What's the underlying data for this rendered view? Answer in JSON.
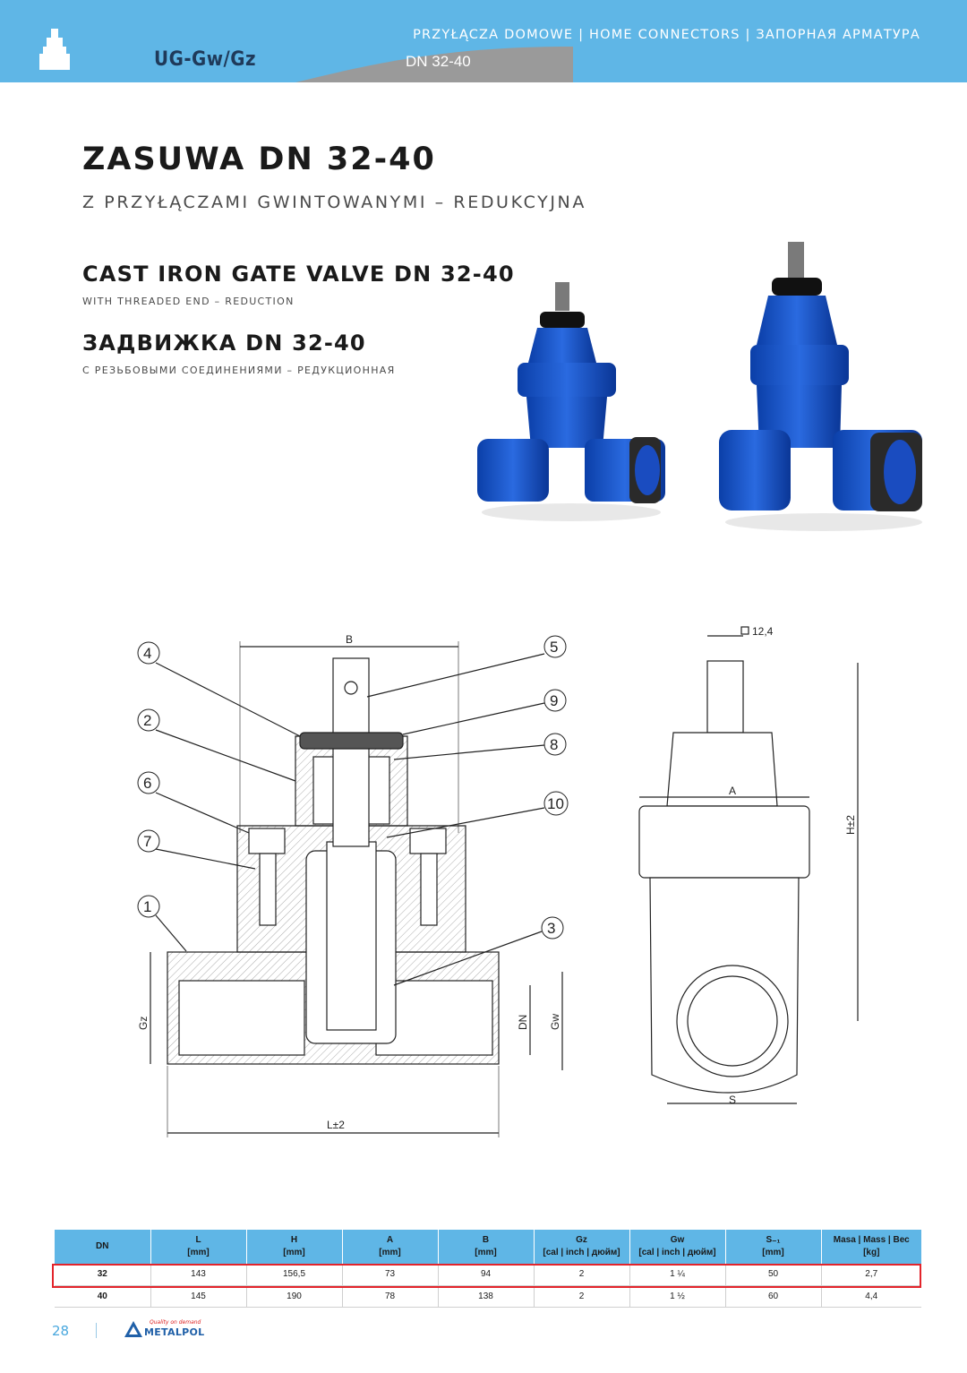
{
  "header": {
    "category": "PRZYŁĄCZA DOMOWE | HOME CONNECTORS | ЗАПОРНАЯ АРМАТУРА",
    "product_code": "UG-Gw/Gz",
    "dn_range": "DN 32-40",
    "colors": {
      "band": "#5fb6e6",
      "accent_gray": "#9a9a9a"
    }
  },
  "titles": {
    "pl": "ZASUWA DN 32-40",
    "pl_sub": "Z PRZYŁĄCZAMI GWINTOWANYMI – REDUKCYJNA",
    "en": "CAST IRON GATE VALVE DN 32-40",
    "en_sub": "WITH THREADED END – REDUCTION",
    "ru": "ЗАДВИЖКА DN 32-40",
    "ru_sub": "С РЕЗЬБОВЫМИ СОЕДИНЕНИЯМИ – РЕДУКЦИОННАЯ"
  },
  "drawing": {
    "callouts": [
      "1",
      "2",
      "3",
      "4",
      "5",
      "6",
      "7",
      "8",
      "9",
      "10"
    ],
    "dim_B": "B",
    "dim_L": "L±2",
    "dim_Gz": "Gz",
    "dim_DN": "DN",
    "dim_Gw": "Gw",
    "dim_A": "A",
    "dim_H": "H±2",
    "dim_S": "S",
    "dim_square": "12,4"
  },
  "table": {
    "headers": [
      {
        "line1": "DN",
        "line2": ""
      },
      {
        "line1": "L",
        "line2": "[mm]"
      },
      {
        "line1": "H",
        "line2": "[mm]"
      },
      {
        "line1": "A",
        "line2": "[mm]"
      },
      {
        "line1": "B",
        "line2": "[mm]"
      },
      {
        "line1": "Gz",
        "line2": "[cal | inch | дюйм]"
      },
      {
        "line1": "Gw",
        "line2": "[cal | inch | дюйм]"
      },
      {
        "line1": "S₋₁",
        "line2": "[mm]"
      },
      {
        "line1": "Masa | Mass | Вес",
        "line2": "[kg]"
      }
    ],
    "rows": [
      [
        "32",
        "143",
        "156,5",
        "73",
        "94",
        "2",
        "1 ¼",
        "50",
        "2,7"
      ],
      [
        "40",
        "145",
        "190",
        "78",
        "138",
        "2",
        "1 ½",
        "60",
        "4,4"
      ]
    ],
    "highlighted_row": "32",
    "highlight_color": "#e3242b"
  },
  "footer": {
    "page_number": "28",
    "brand": "METALPOL",
    "slogan": "Quality on demand"
  }
}
